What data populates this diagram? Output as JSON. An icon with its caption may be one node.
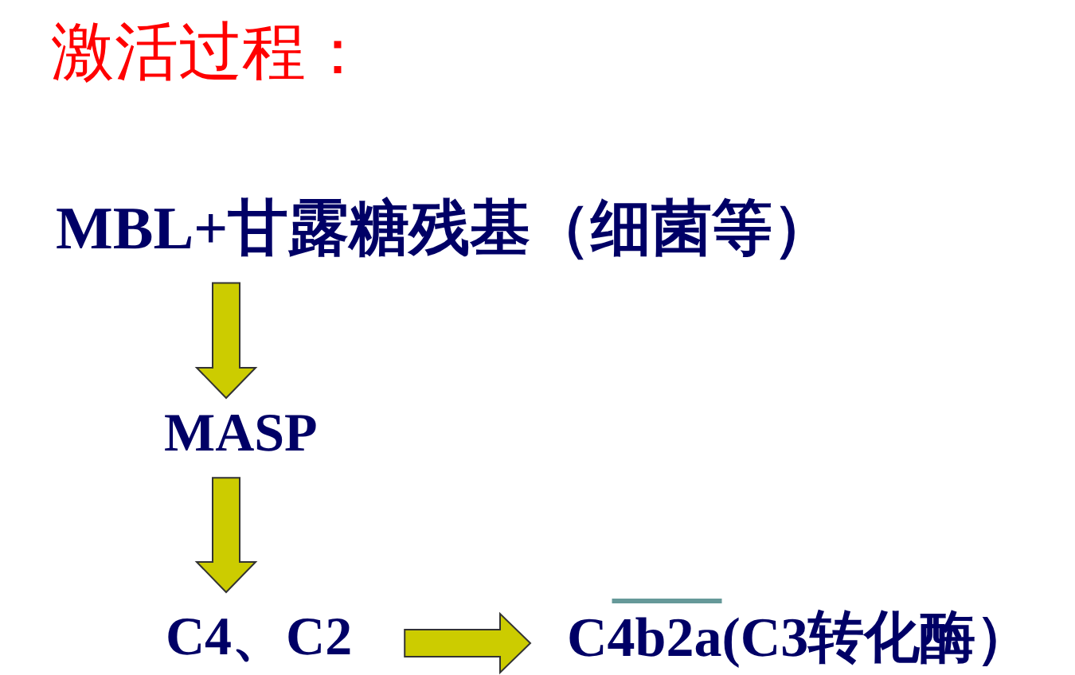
{
  "diagram": {
    "title": "激活过程：",
    "nodes": [
      {
        "text": [
          "MBL+甘露糖残基（细菌等）"
        ]
      },
      {
        "text": [
          "MASP"
        ]
      },
      {
        "text": [
          "C4、C2"
        ]
      },
      {
        "text": [
          "C4b2a(C3转化酶）"
        ]
      }
    ],
    "edges": [
      {
        "from": 0,
        "to": 1,
        "arrow": "to"
      },
      {
        "from": 1,
        "to": 2,
        "arrow": "to"
      },
      {
        "from": 2,
        "to": 3,
        "arrow": "to"
      }
    ]
  }
}
